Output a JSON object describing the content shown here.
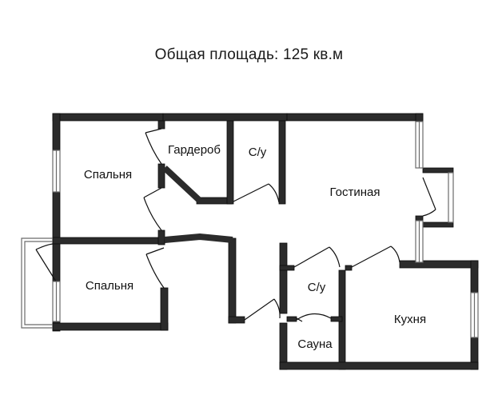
{
  "title": "Общая площадь: 125 кв.м",
  "rooms": {
    "bedroom_top": "Спальня",
    "wardrobe": "Гардероб",
    "bathroom_top": "С/у",
    "living_room": "Гостиная",
    "bedroom_bottom": "Спальня",
    "bathroom_bottom": "С/у",
    "sauna": "Сауна",
    "kitchen": "Кухня"
  },
  "colors": {
    "wall": "#2b2b2b",
    "wall_edge": "#0d0d0d",
    "line": "#111111",
    "window_frame": "#6a6a6a",
    "background": "#ffffff"
  }
}
